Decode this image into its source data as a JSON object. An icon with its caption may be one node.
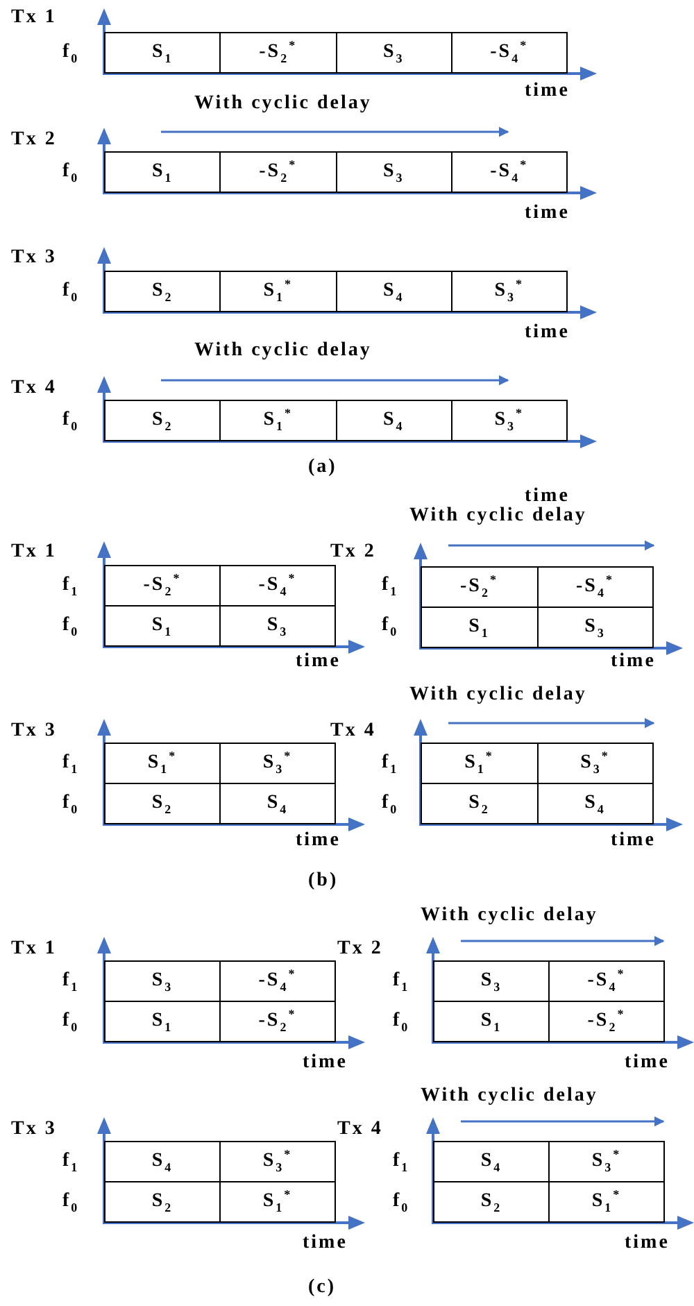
{
  "diagram": {
    "nodes": [
      {
        "text": [],
        "shape": "box"
      },
      {
        "text": [
          "S$_{1}$"
        ],
        "in": 0
      },
      {
        "text": [
          "-S$_{2}$$^{*}$"
        ],
        "in": 0
      },
      {
        "text": [
          "S$_{3}$"
        ],
        "in": 0
      },
      {
        "text": [
          "-S$_{4}$$^{*}$"
        ],
        "in": 0
      },
      {
        "text": [],
        "shape": "box"
      },
      {
        "text": [
          "S$_{1}$"
        ],
        "in": 5
      },
      {
        "text": [
          "-S$_{2}$$^{*}$"
        ],
        "in": 5
      },
      {
        "text": [
          "S$_{3}$"
        ],
        "in": 5
      },
      {
        "text": [
          "-S$_{4}$$^{*}$"
        ],
        "in": 5
      },
      {
        "text": [],
        "shape": "box"
      },
      {
        "text": [
          "S$_{2}$"
        ],
        "in": 10
      },
      {
        "text": [
          "S$_{1}$$^{*}$"
        ],
        "in": 10
      },
      {
        "text": [
          "S$_{4}$"
        ],
        "in": 10
      },
      {
        "text": [
          "S$_{3}$$^{*}$"
        ],
        "in": 10
      },
      {
        "text": [],
        "shape": "box"
      },
      {
        "text": [
          "S$_{2}$"
        ],
        "in": 15
      },
      {
        "text": [
          "S$_{1}$$^{*}$"
        ],
        "in": 15
      },
      {
        "text": [
          "S$_{4}$"
        ],
        "in": 15
      },
      {
        "text": [
          "S$_{3}$$^{*}$"
        ],
        "in": 15
      },
      {
        "text": [],
        "shape": "box"
      },
      {
        "text": [
          "-S$_{2}$$^{*}$"
        ],
        "in": 20
      },
      {
        "text": [
          "-S$_{4}$$^{*}$"
        ],
        "in": 20
      },
      {
        "text": [
          "S$_{1}$"
        ],
        "in": 20
      },
      {
        "text": [
          "S$_{3}$"
        ],
        "in": 20
      },
      {
        "text": [],
        "shape": "box"
      },
      {
        "text": [
          "-S$_{2}$$^{*}$"
        ],
        "in": 25
      },
      {
        "text": [
          "-S$_{4}$$^{*}$"
        ],
        "in": 25
      },
      {
        "text": [
          "S$_{1}$"
        ],
        "in": 25
      },
      {
        "text": [
          "S$_{3}$"
        ],
        "in": 25
      },
      {
        "text": [],
        "shape": "box"
      },
      {
        "text": [
          "S$_{1}$$^{*}$"
        ],
        "in": 30
      },
      {
        "text": [
          "S$_{3}$$^{*}$"
        ],
        "in": 30
      },
      {
        "text": [
          "S$_{2}$"
        ],
        "in": 30
      },
      {
        "text": [
          "S$_{4}$"
        ],
        "in": 30
      },
      {
        "text": [],
        "shape": "box"
      },
      {
        "text": [
          "S$_{1}$$^{*}$"
        ],
        "in": 35
      },
      {
        "text": [
          "S$_{3}$$^{*}$"
        ],
        "in": 35
      },
      {
        "text": [
          "S$_{2}$"
        ],
        "in": 35
      },
      {
        "text": [
          "S$_{4}$"
        ],
        "in": 35
      },
      {
        "text": [],
        "shape": "box"
      },
      {
        "text": [
          "S$_{3}$"
        ],
        "in": 40
      },
      {
        "text": [
          "-S$_{4}$$^{*}$"
        ],
        "in": 40
      },
      {
        "text": [
          "S$_{1}$"
        ],
        "in": 40
      },
      {
        "text": [
          "-S$_{2}$$^{*}$"
        ],
        "in": 40
      },
      {
        "text": [],
        "shape": "box"
      },
      {
        "text": [
          "S$_{3}$"
        ],
        "in": 45
      },
      {
        "text": [
          "-S$_{4}$$^{*}$"
        ],
        "in": 45
      },
      {
        "text": [
          "S$_{1}$"
        ],
        "in": 45
      },
      {
        "text": [
          "-S$_{2}$$^{*}$"
        ],
        "in": 45
      },
      {
        "text": [],
        "shape": "box"
      },
      {
        "text": [
          "S$_{4}$"
        ],
        "in": 50
      },
      {
        "text": [
          "S$_{3}$$^{*}$"
        ],
        "in": 50
      },
      {
        "text": [
          "S$_{2}$"
        ],
        "in": 50
      },
      {
        "text": [
          "S$_{1}$$^{*}$"
        ],
        "in": 50
      },
      {
        "text": [],
        "shape": "box"
      },
      {
        "text": [
          "S$_{4}$"
        ],
        "in": 55
      },
      {
        "text": [
          "S$_{3}$$^{*}$"
        ],
        "in": 55
      },
      {
        "text": [
          "S$_{2}$"
        ],
        "in": 55
      },
      {
        "text": [
          "S$_{1}$$^{*}$"
        ],
        "in": 55
      }
    ],
    "labels": [
      "Tx 1",
      "f$_{0}$",
      "time",
      "With cyclic delay",
      "Tx 2",
      "f$_{0}$",
      "time",
      "Tx 3",
      "f$_{0}$",
      "time",
      "With cyclic delay",
      "Tx 4",
      "f$_{0}$",
      "(a)",
      "time",
      "With cyclic delay",
      "Tx 1",
      "Tx 2",
      "f$_{1}$",
      "f$_{1}$",
      "f$_{0}$",
      "f$_{0}$",
      "time",
      "time",
      "With cyclic delay",
      "Tx 3",
      "Tx 4",
      "f$_{1}$",
      "f$_{1}$",
      "f$_{0}$",
      "f$_{0}$",
      "time",
      "time",
      "(b)",
      "With cyclic delay",
      "Tx 1",
      "Tx 2",
      "f$_{1}$",
      "f$_{1}$",
      "f$_{0}$",
      "f$_{0}$",
      "time",
      "time",
      "With cyclic delay",
      "Tx 3",
      "Tx 4",
      "f$_{1}$",
      "f$_{1}$",
      "f$_{0}$",
      "f$_{0}$",
      "time",
      "time",
      "(c)"
    ]
  }
}
